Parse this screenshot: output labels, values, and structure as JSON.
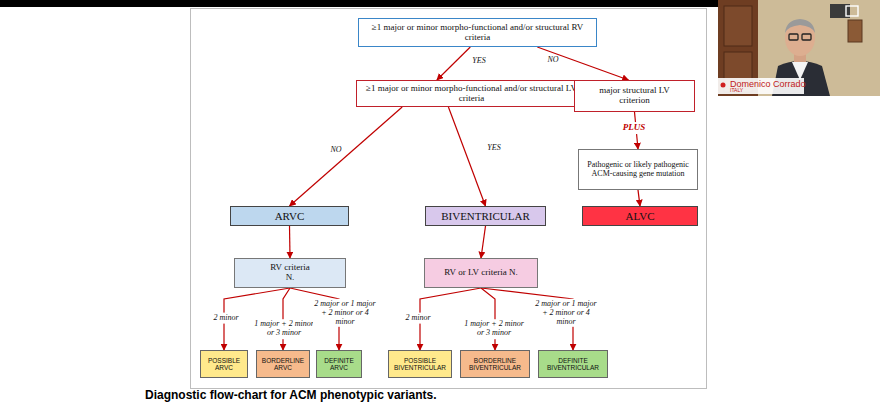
{
  "diagram": {
    "caption": "Diagnostic flow-chart for ACM phenotypic variants.",
    "nodes": [
      {
        "text": [
          "≥1 major or minor morpho-functional and/or structural RV criteria"
        ]
      },
      {
        "text": [
          "≥1 major or minor morpho-functional and/or structural LV criteria"
        ]
      },
      {
        "text": [
          "major structural LV criterion"
        ]
      },
      {
        "text": [
          "Pathogenic or likely pathogenic ACM-causing gene mutation"
        ]
      },
      {
        "text": [
          "ARVC"
        ]
      },
      {
        "text": [
          "BIVENTRICULAR"
        ]
      },
      {
        "text": [
          "ALVC"
        ]
      },
      {
        "text": [
          "RV criteria N."
        ]
      },
      {
        "text": [
          "RV or LV criteria N."
        ]
      },
      {
        "text": [
          "POSSIBLE ARVC"
        ]
      },
      {
        "text": [
          "BORDERLINE ARVC"
        ]
      },
      {
        "text": [
          "DEFINITE ARVC"
        ]
      },
      {
        "text": [
          "POSSIBLE BIVENTRICULAR"
        ]
      },
      {
        "text": [
          "BORDERLINE BIVENTRICULAR"
        ]
      },
      {
        "text": [
          "DEFINITE BIVENTRICULAR"
        ]
      }
    ],
    "edges": [
      {
        "from": 0,
        "to": 1,
        "label": "YES",
        "arrow": "to"
      },
      {
        "from": 0,
        "to": 2,
        "label": "NO",
        "arrow": "to"
      },
      {
        "from": 1,
        "to": 4,
        "label": "NO",
        "arrow": "to"
      },
      {
        "from": 1,
        "to": 5,
        "label": "YES",
        "arrow": "to"
      },
      {
        "from": 2,
        "to": 3,
        "label": "PLUS",
        "arrow": "to"
      },
      {
        "from": 3,
        "to": 6,
        "arrow": "to"
      },
      {
        "from": 4,
        "to": 7,
        "arrow": "to"
      },
      {
        "from": 5,
        "to": 8,
        "arrow": "to"
      },
      {
        "from": 7,
        "to": 9,
        "label": "2 minor",
        "arrow": "to"
      },
      {
        "from": 7,
        "to": 10,
        "label": "1 major + 2 minor or 3 minor",
        "arrow": "to"
      },
      {
        "from": 7,
        "to": 11,
        "label": "2 major or 1 major + 2 minor or 4 minor",
        "arrow": "to"
      },
      {
        "from": 8,
        "to": 12,
        "label": "2 minor",
        "arrow": "to"
      },
      {
        "from": 8,
        "to": 13,
        "label": "1 major + 2 minor or 3 minor",
        "arrow": "to"
      },
      {
        "from": 8,
        "to": 14,
        "label": "2 major or 1 major + 2 minor or 4 minor",
        "arrow": "to"
      }
    ],
    "labels": [
      "Domenico Corrado",
      "ITALY"
    ]
  }
}
